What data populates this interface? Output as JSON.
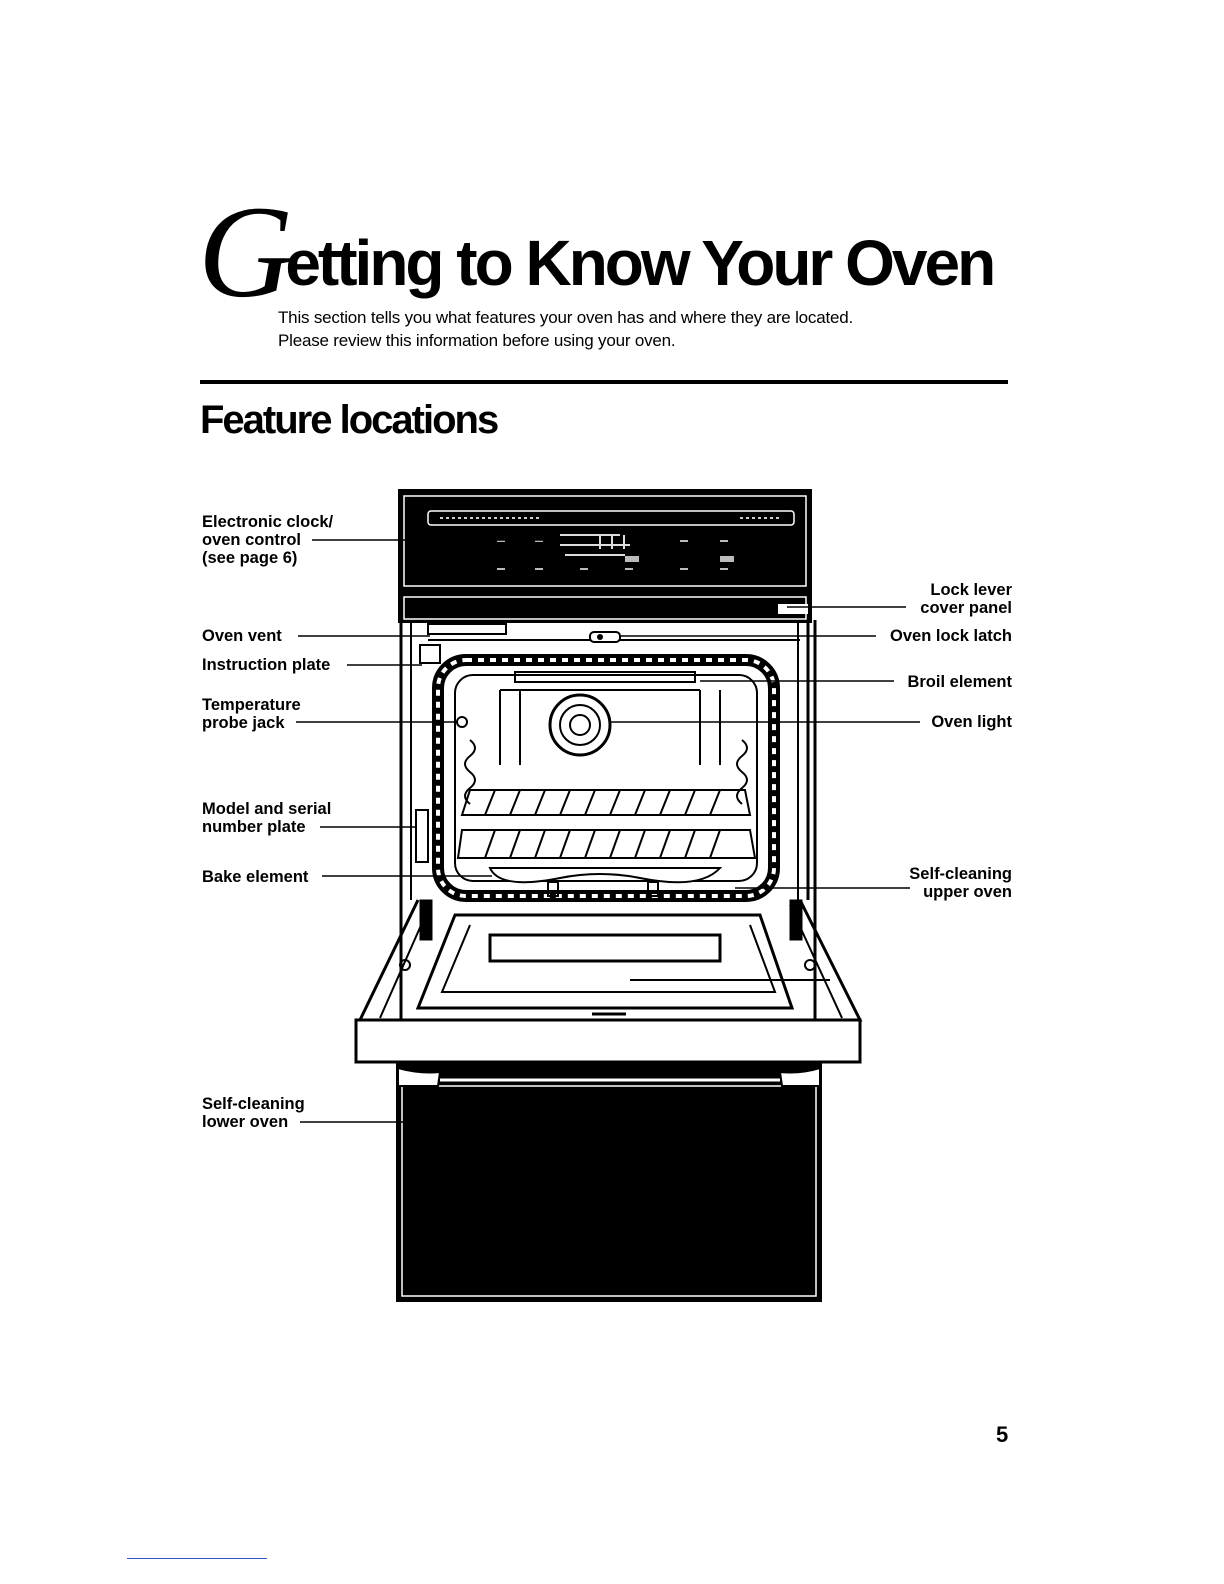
{
  "title": {
    "initial": "G",
    "rest": "etting to Know Your Oven"
  },
  "intro": {
    "line1": "This section tells you what features your oven has and where they are located.",
    "line2": "Please review this information before using your oven."
  },
  "section_heading": "Feature locations",
  "labels": {
    "electronic_clock": [
      "Electronic clock/",
      "oven control",
      "(see page 6)"
    ],
    "oven_vent": "Oven vent",
    "instruction_plate": "Instruction plate",
    "temperature_probe": [
      "Temperature",
      "probe jack"
    ],
    "model_serial": [
      "Model and serial",
      "number plate"
    ],
    "bake_element": "Bake element",
    "self_cleaning_lower": [
      "Self-cleaning",
      "lower oven"
    ],
    "lock_lever": [
      "Lock lever",
      "cover panel"
    ],
    "oven_lock_latch": "Oven lock latch",
    "broil_element": "Broil element",
    "oven_light": "Oven light",
    "self_cleaning_upper": [
      "Self-cleaning",
      "upper oven"
    ]
  },
  "page_number": "5"
}
